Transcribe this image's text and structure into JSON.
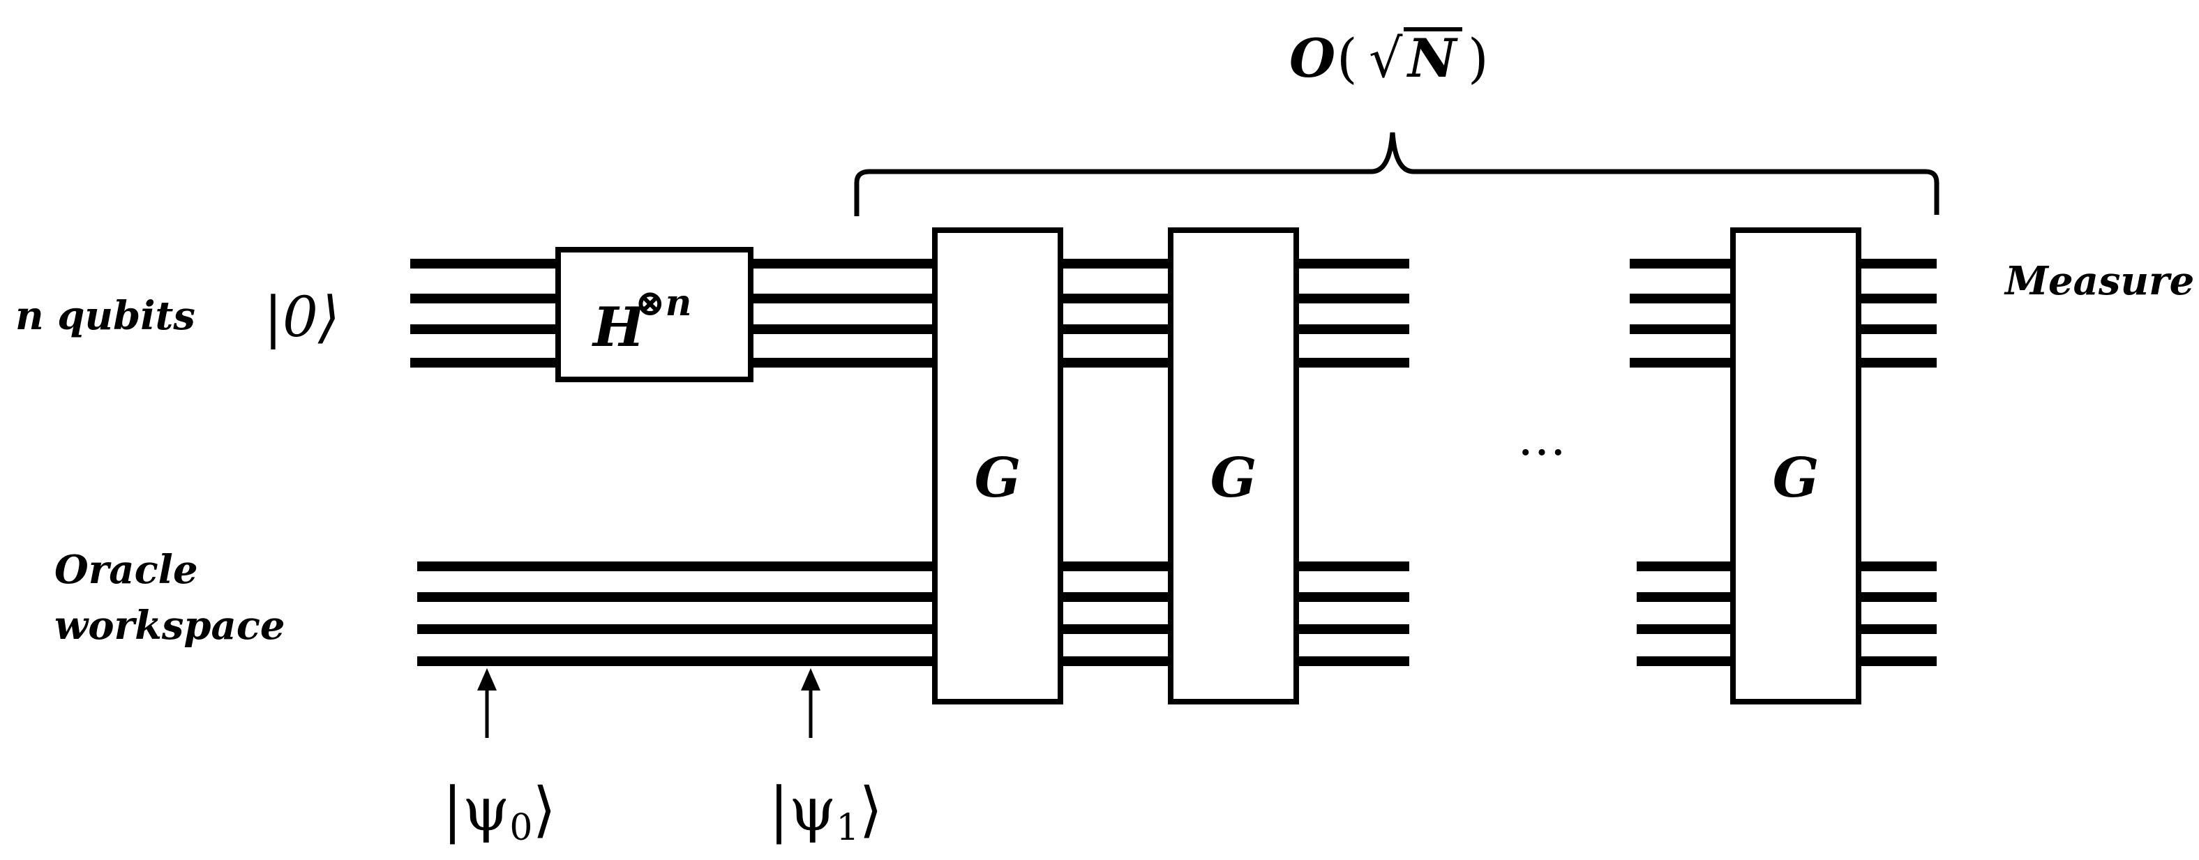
{
  "complexity": {
    "big_o": "O",
    "open_paren": "(",
    "sqrt": "√",
    "n": "N",
    "close_paren": ")"
  },
  "register_labels": {
    "n_qubits": "n qubits",
    "initial_state": "|0⟩",
    "oracle_line1": "Oracle",
    "oracle_line2": "workspace",
    "measure": "Measure"
  },
  "hadamard": {
    "letter": "H",
    "tensor": "⊗n"
  },
  "grover_gates": [
    "G",
    "G",
    "G"
  ],
  "ellipsis": "…",
  "state_markers": [
    {
      "psi": "|ψ",
      "sub": "0",
      "close": "⟩"
    },
    {
      "psi": "|ψ",
      "sub": "1",
      "close": "⟩"
    }
  ]
}
